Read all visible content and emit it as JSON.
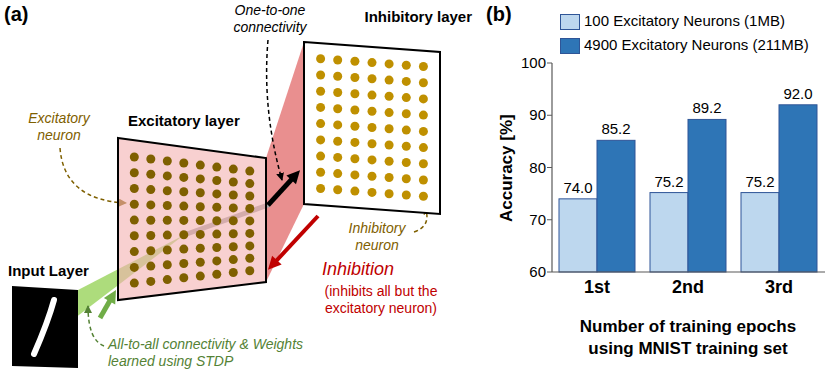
{
  "diagram": {
    "nodes": [
      {
        "text": [
          "Input Layer"
        ]
      },
      {
        "text": [
          "Excitatory layer"
        ]
      },
      {
        "text": [
          "Inhibitory layer"
        ]
      }
    ],
    "edges": [
      {
        "from": 0,
        "to": 1,
        "arrow": "to"
      },
      {
        "from": 1,
        "to": 2,
        "arrow": "to"
      },
      {
        "from": 2,
        "to": 1,
        "arrow": "to"
      }
    ],
    "labels": [
      "(a)",
      "One-to-one connectivity",
      "Excitatory neuron",
      "Inhibitory neuron",
      "Inhibition",
      "(inhibits all but the excitatory neuron)",
      "All-to-all connectivity & Weights learned using STDP",
      "(b)",
      "100",
      "90",
      "80",
      "70",
      "60",
      "Accuracy [%]",
      "74.0",
      "85.2",
      "75.2",
      "89.2",
      "75.2",
      "92.0",
      "1st",
      "2nd",
      "3rd",
      "Number of training epochs using MNIST training set"
    ],
    "legend": [
      {
        "text": "100 Excitatory Neurons (1MB)",
        "color": "#bdd7ee"
      },
      {
        "text": "4900 Excitatory Neurons (211MB)",
        "color": "#2e75b6"
      }
    ]
  }
}
